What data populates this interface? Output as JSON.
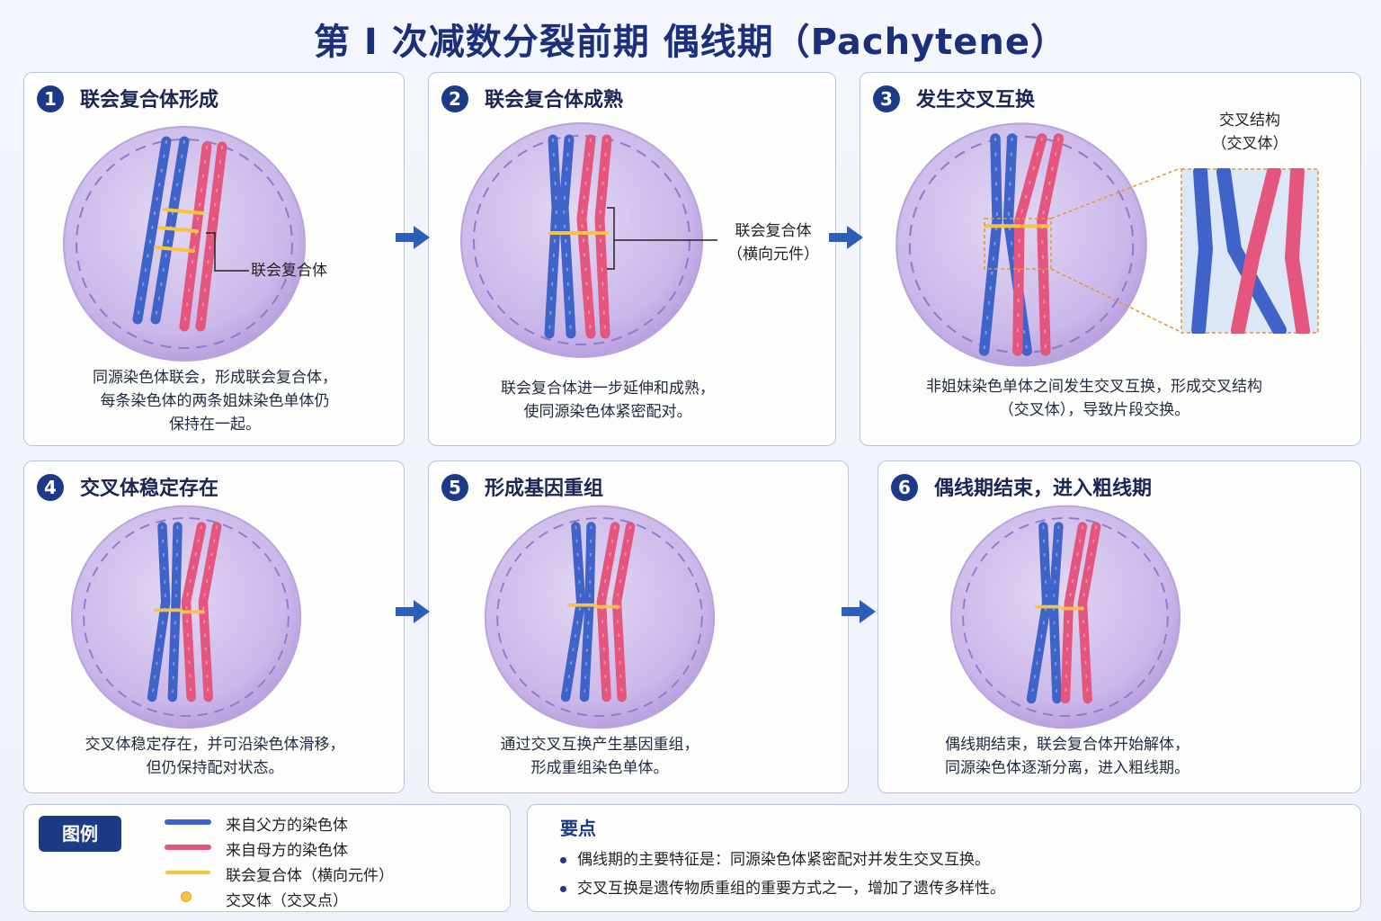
{
  "title": "第 I 次减数分裂前期  偶线期（Pachytene）",
  "colors": {
    "paternal": "#3f63c9",
    "maternal": "#e5567f",
    "synaptonemal": "#f6c343",
    "accent": "#1c3a86"
  },
  "panels": [
    {
      "num": "1",
      "title": "联会复合体形成",
      "desc": [
        "同源染色体联会，形成联会复合体，",
        "每条染色体的两条姐妹染色单体仍",
        "保持在一起。"
      ]
    },
    {
      "num": "2",
      "title": "联会复合体成熟",
      "desc": [
        "联会复合体进一步延伸和成熟，",
        "使同源染色体紧密配对。"
      ]
    },
    {
      "num": "3",
      "title": "发生交叉互换",
      "desc": [
        "非姐妹染色单体之间发生交叉互换，形成交叉结构",
        "（交叉体），导致片段交换。"
      ]
    },
    {
      "num": "4",
      "title": "交叉体稳定存在",
      "desc": [
        "交叉体稳定存在，并可沿染色体滑移，",
        "但仍保持配对状态。"
      ]
    },
    {
      "num": "5",
      "title": "形成基因重组",
      "desc": [
        "通过交叉互换产生基因重组，",
        "形成重组染色单体。"
      ]
    },
    {
      "num": "6",
      "title": "偶线期结束，进入粗线期",
      "desc": [
        "偶线期结束，联会复合体开始解体，",
        "同源染色体逐渐分离，进入粗线期。"
      ]
    }
  ],
  "labels": {
    "p1_sc": "联会复合体",
    "p2_sc_line1": "联会复合体",
    "p2_sc_line2": "（横向元件）",
    "p3_cross_line1": "交叉结构",
    "p3_cross_line2": "（交叉体）"
  },
  "legend": {
    "title": "图例",
    "items": [
      {
        "type": "paternal",
        "text": "来自父方的染色体"
      },
      {
        "type": "maternal",
        "text": "来自母方的染色体"
      },
      {
        "type": "sc",
        "text": "联会复合体（横向元件）"
      },
      {
        "type": "chiasma",
        "text": "交叉体（交叉点）"
      }
    ]
  },
  "key_points": {
    "title": "要点",
    "items": [
      "偶线期的主要特征是：同源染色体紧密配对并发生交叉互换。",
      "交叉互换是遗传物质重组的重要方式之一，增加了遗传多样性。"
    ]
  }
}
